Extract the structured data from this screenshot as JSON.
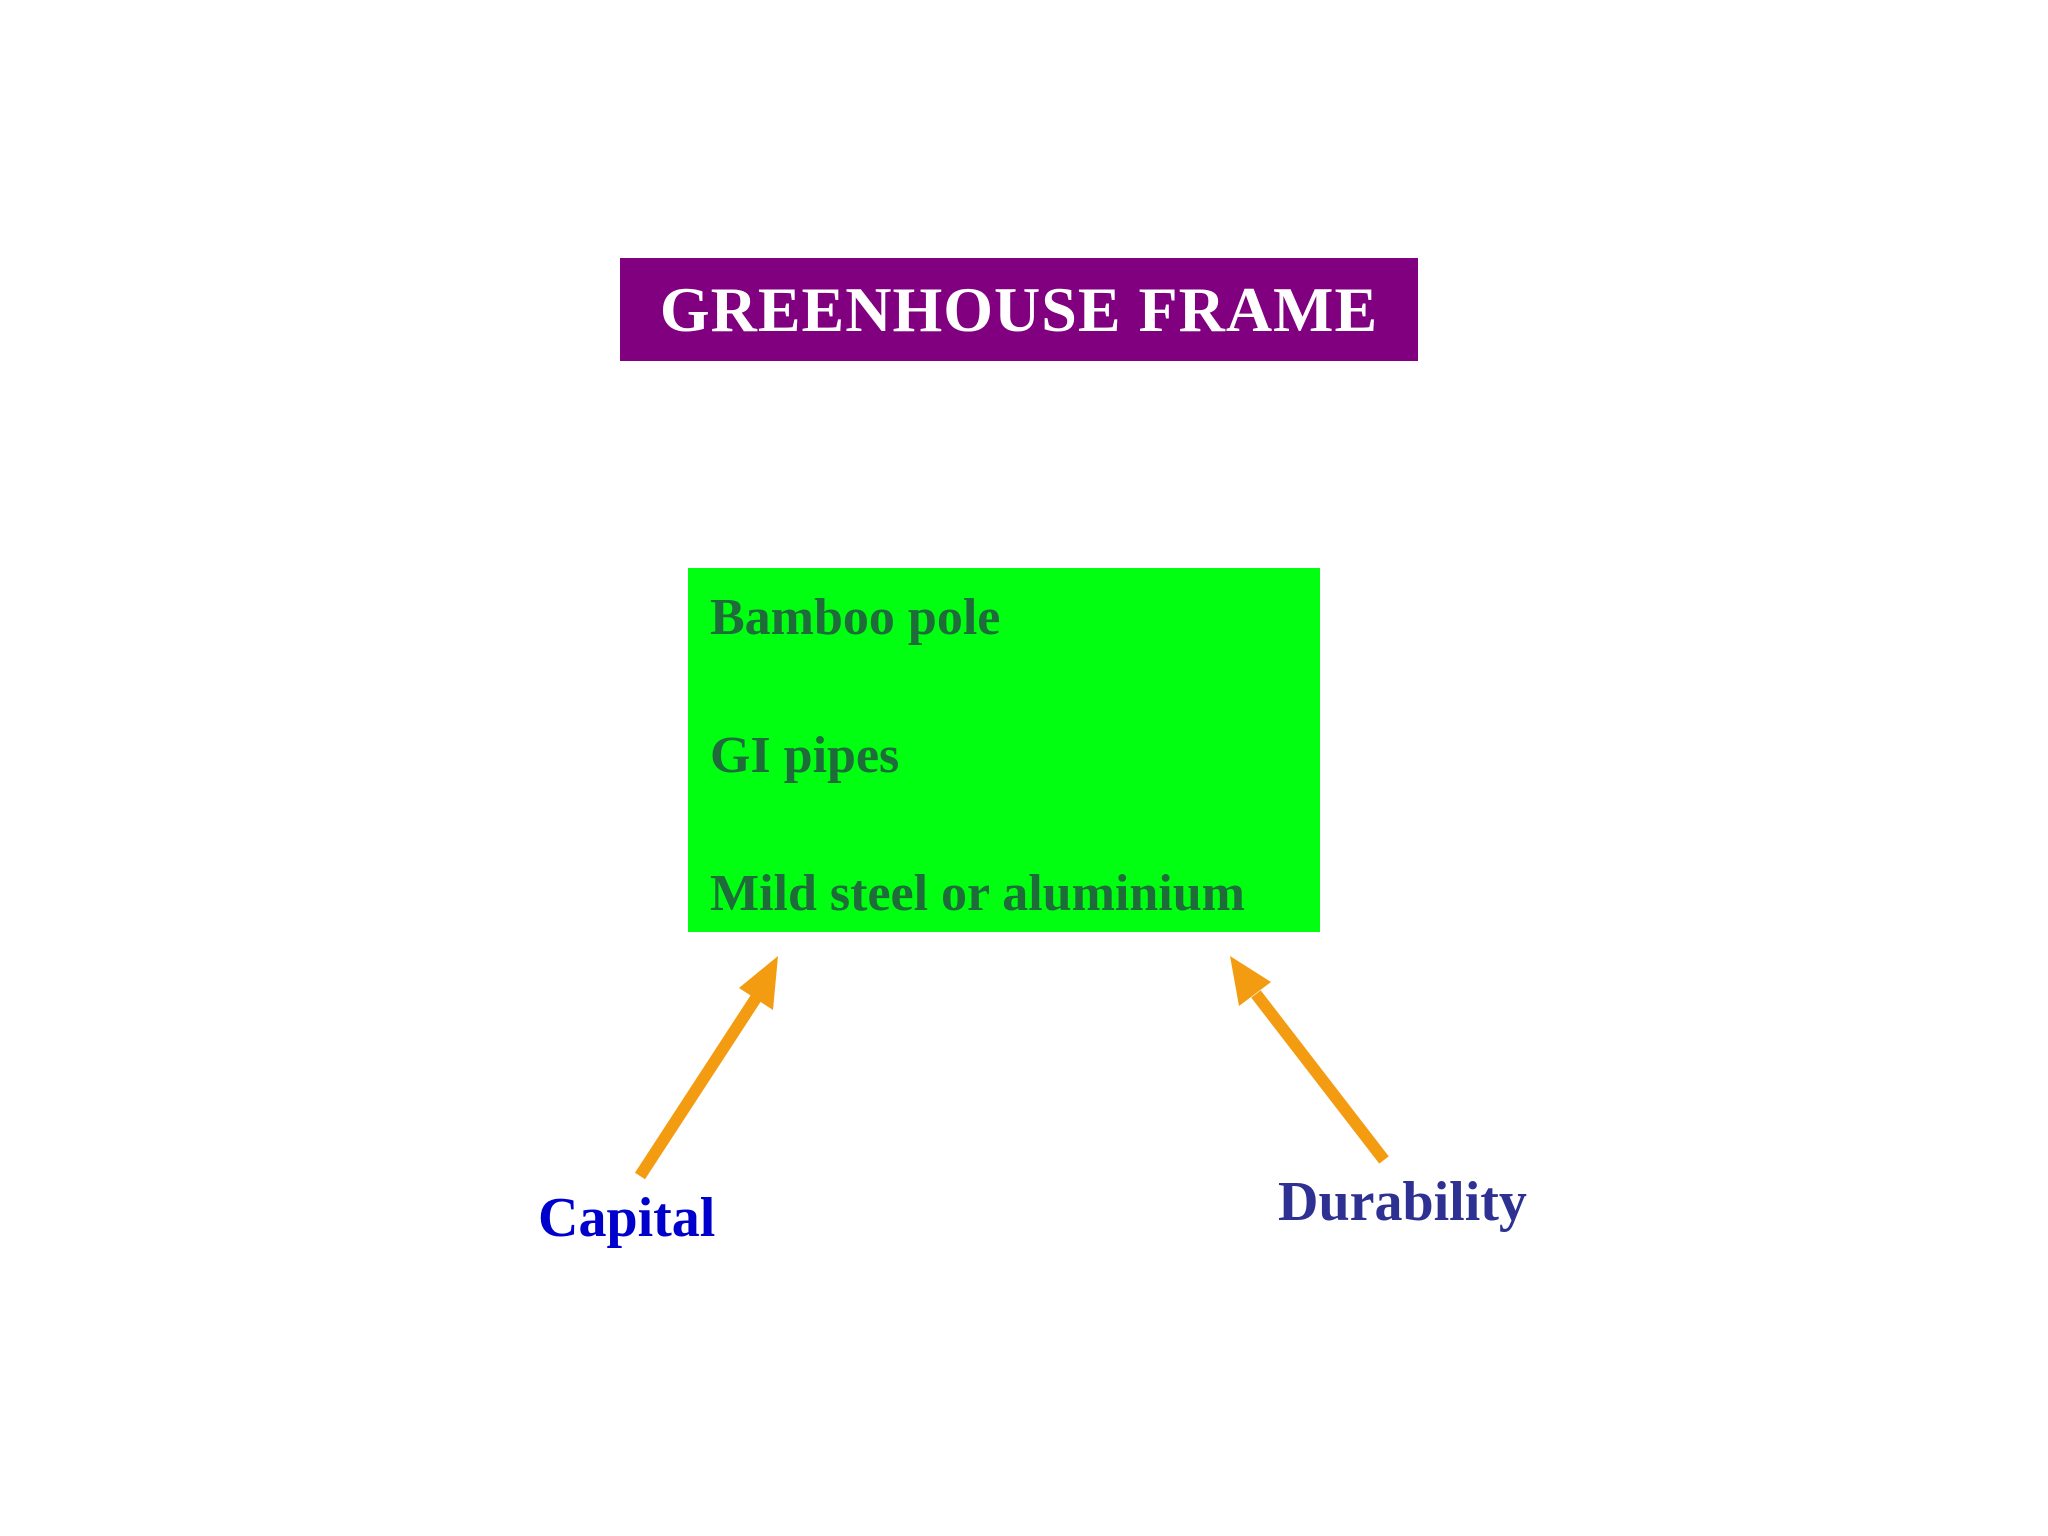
{
  "title": "GREENHOUSE FRAME",
  "materials": [
    "Bamboo pole",
    "GI pipes",
    "Mild steel or aluminium"
  ],
  "factors": {
    "capital": "Capital",
    "durability": "Durability"
  },
  "colors": {
    "title_bg": "#800080",
    "title_text": "#ffffff",
    "materials_bg": "#00ff11",
    "materials_text": "#1f6b3a",
    "arrow": "#f39c12",
    "capital_text": "#0000cc",
    "durability_text": "#2e3192"
  }
}
